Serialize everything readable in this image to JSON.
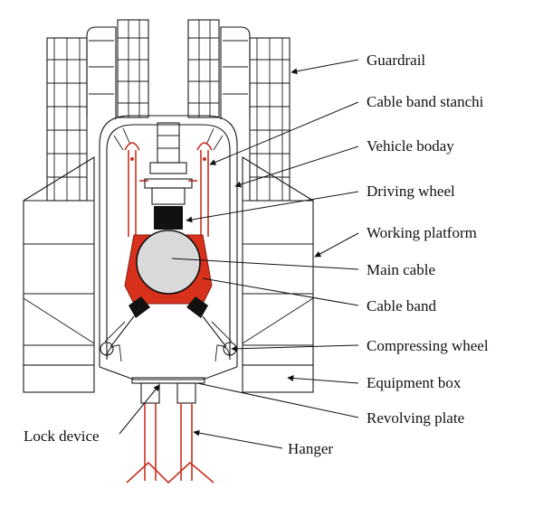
{
  "labels": {
    "guardrail": "Guardrail",
    "cable_band_stanchi": "Cable band stanchi",
    "vehicle_boday": "Vehicle boday",
    "driving_wheel": "Driving wheel",
    "working_platform": "Working platform",
    "main_cable": "Main cable",
    "cable_band": "Cable band",
    "compressing_wheel": "Compressing wheel",
    "equipment_box": "Equipment box",
    "revolving_plate": "Revolving plate",
    "lock_device": "Lock device",
    "hanger": "Hanger"
  },
  "colors": {
    "line": "#1a1a1a",
    "accent_red": "#c8321f",
    "wheel_black": "#111111",
    "cable_fill": "#d9d9d9"
  }
}
